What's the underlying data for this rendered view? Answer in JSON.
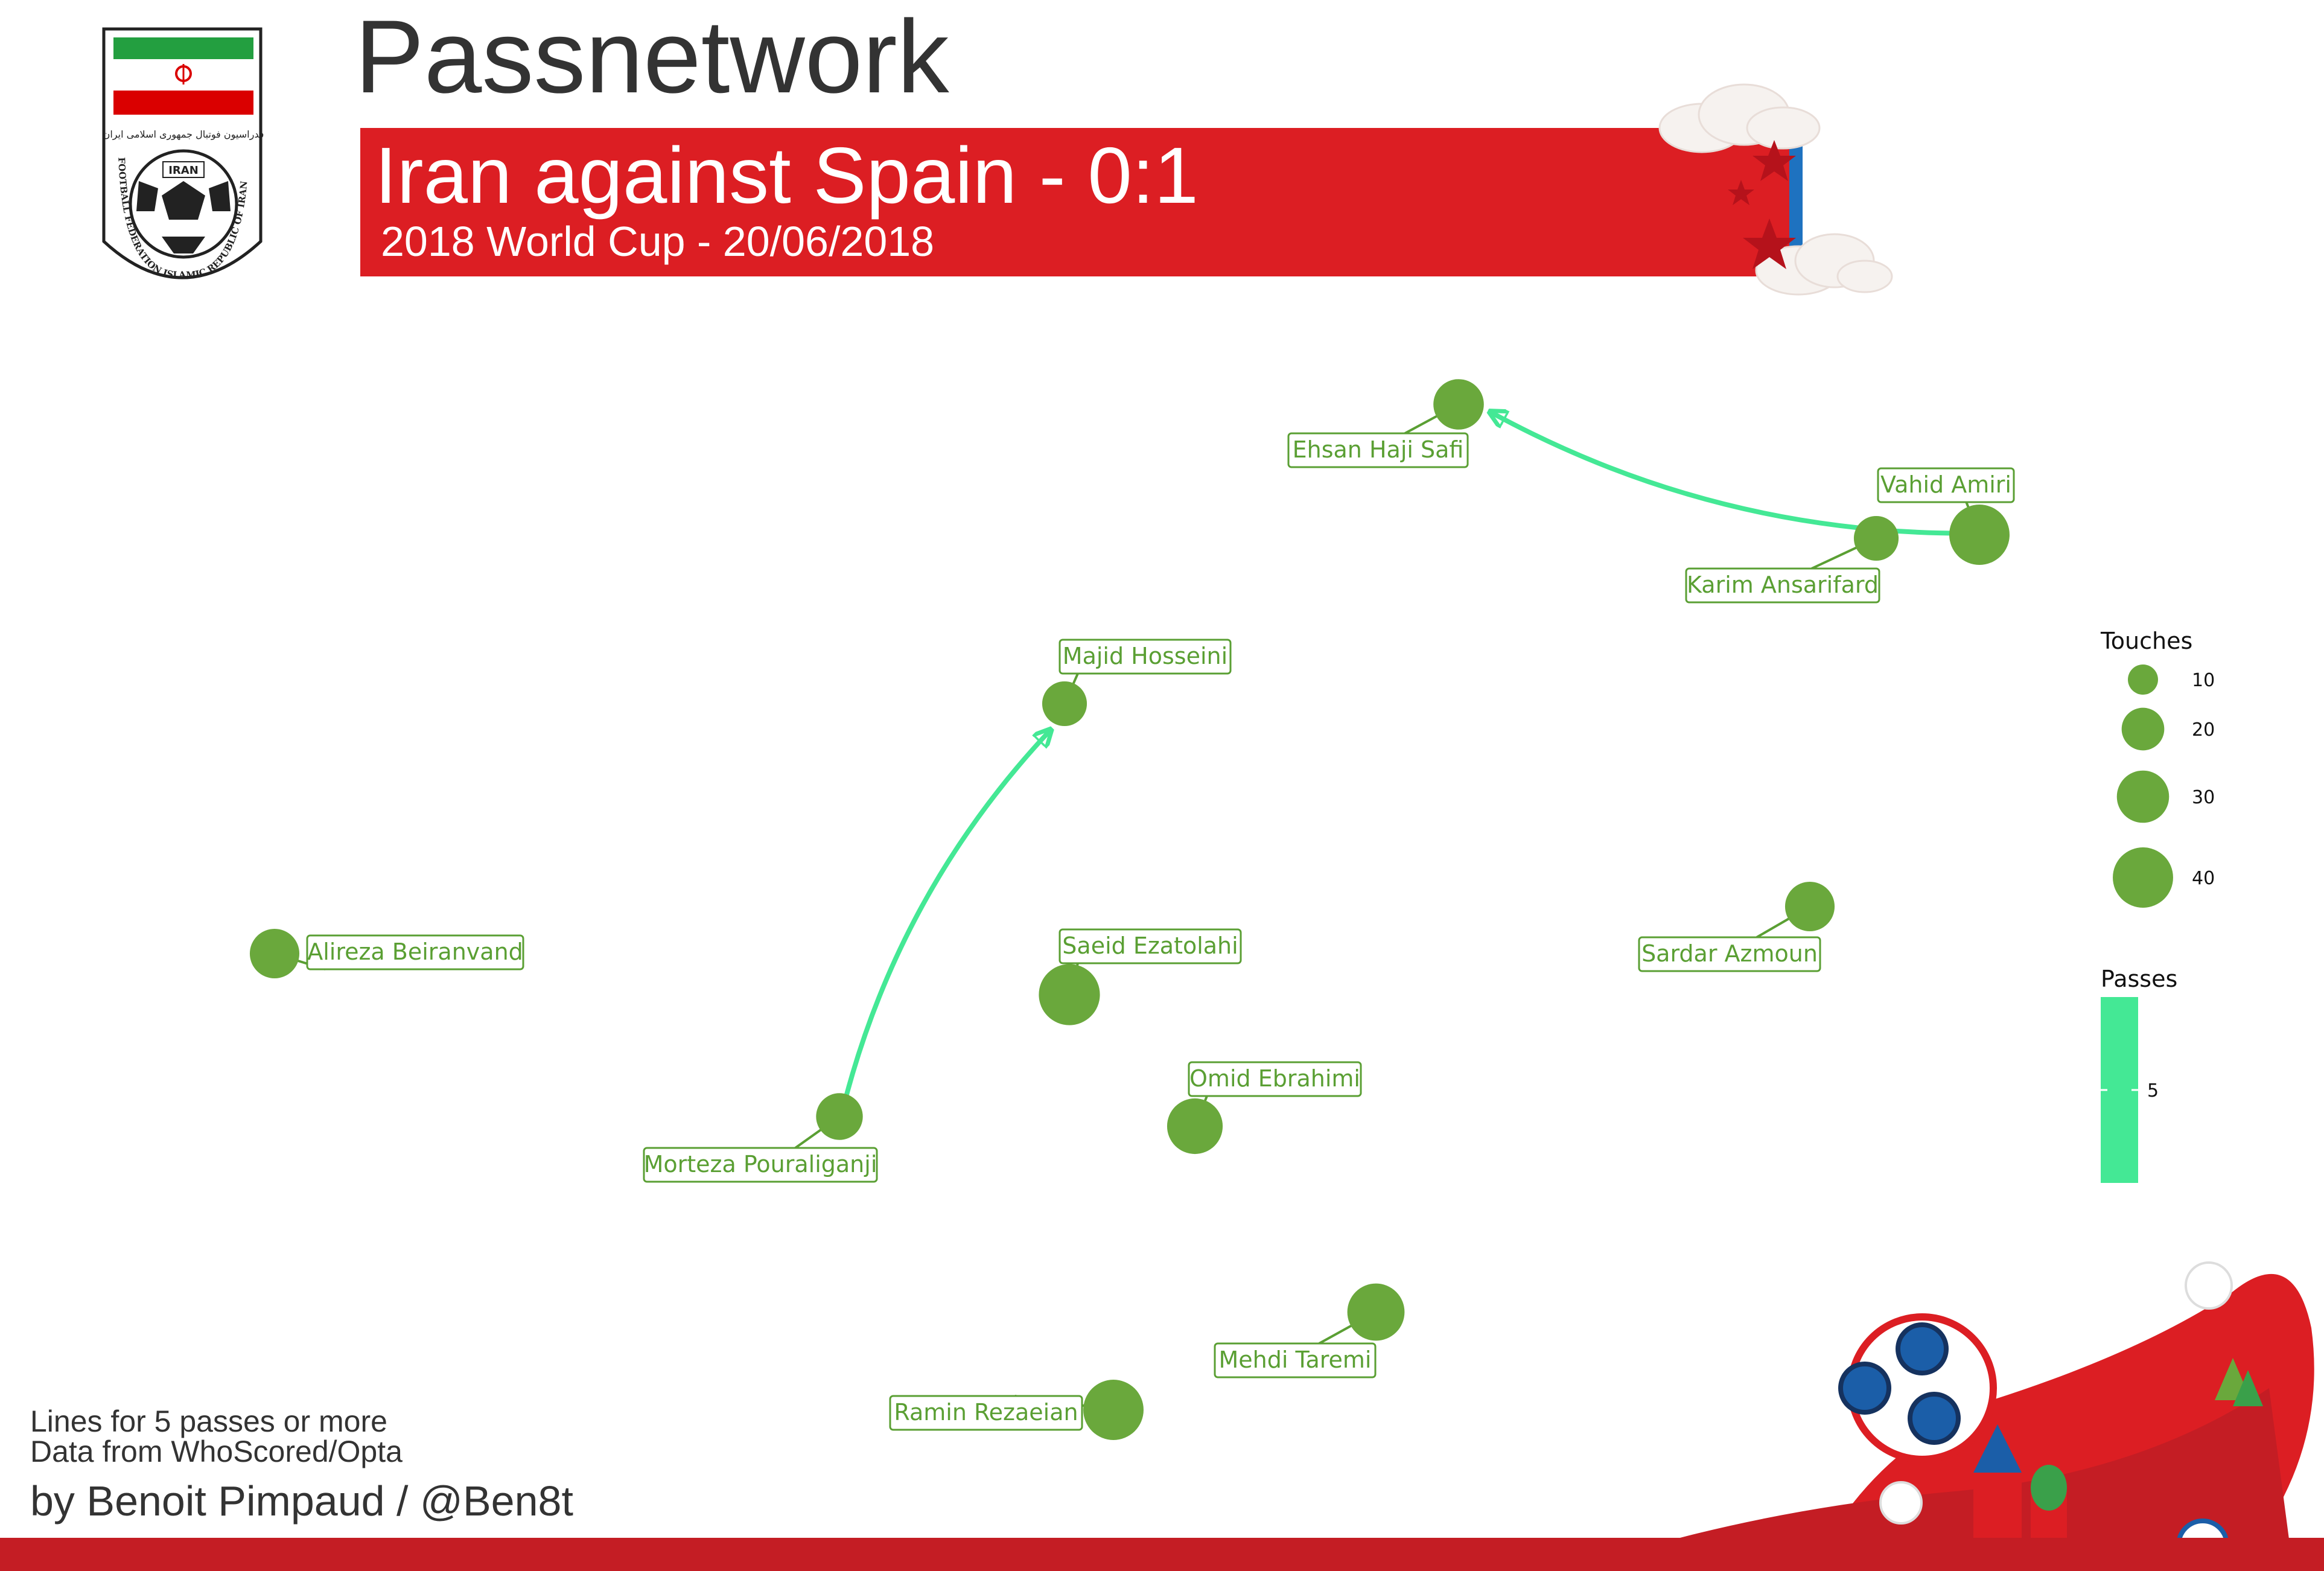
{
  "header": {
    "title": "Passnetwork",
    "match": "Iran against Spain - 0:1",
    "competition": "2018 World Cup - 20/06/2018"
  },
  "logo": {
    "top_text": "فدراسيون فوتبال جمهوری اسلامی ايران",
    "ball_text": "IRAN",
    "ring_text": "FOOTBALL FEDERATION ISLAMIC REPUBLIC OF IRAN"
  },
  "colors": {
    "node": "#6aa83c",
    "label": "#5a9f33",
    "pass_line": "#44e895",
    "banner_red": "#dc1e23",
    "banner_blue": "#1e72c0"
  },
  "footer": {
    "note1": "Lines for 5 passes or more",
    "note2": "Data from WhoScored/Opta",
    "credit": "by Benoit Pimpaud / @Ben8t"
  },
  "chart_data": {
    "type": "scatter",
    "title": "",
    "grid": false,
    "nodes": [
      {
        "name": "Ehsan Haji Safi",
        "touches": 28
      },
      {
        "name": "Vahid Amiri",
        "touches": 40
      },
      {
        "name": "Karim Ansarifard",
        "touches": 22
      },
      {
        "name": "Majid Hosseini",
        "touches": 22
      },
      {
        "name": "Alireza Beiranvand",
        "touches": 27
      },
      {
        "name": "Saeid Ezatolahi",
        "touches": 41
      },
      {
        "name": "Sardar Azmoun",
        "touches": 27
      },
      {
        "name": "Omid Ebrahimi",
        "touches": 34
      },
      {
        "name": "Morteza Pouraliganji",
        "touches": 24
      },
      {
        "name": "Mehdi Taremi",
        "touches": 36
      },
      {
        "name": "Ramin Rezaeian",
        "touches": 40
      }
    ],
    "edges": [
      {
        "from": "Vahid Amiri",
        "to": "Ehsan Haji Safi",
        "passes": 5
      },
      {
        "from": "Morteza Pouraliganji",
        "to": "Majid Hosseini",
        "passes": 5
      }
    ],
    "legend": {
      "touches_title": "Touches",
      "touches_values": [
        10,
        20,
        30,
        40
      ],
      "passes_title": "Passes",
      "passes_values": [
        5
      ]
    }
  }
}
